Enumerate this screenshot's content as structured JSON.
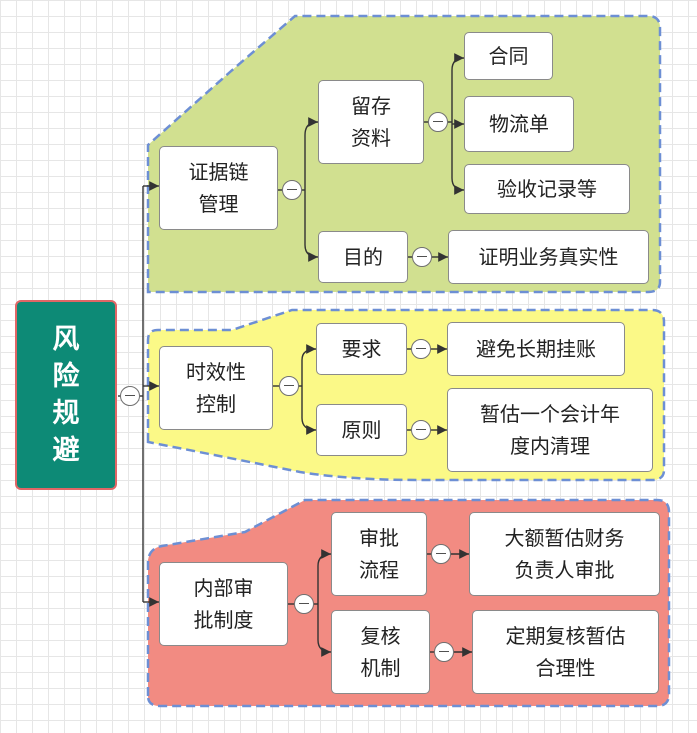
{
  "colors": {
    "root_fill": "#0d8a76",
    "root_border": "#e06666",
    "group1_fill": "#d1e090",
    "group2_fill": "#fbf987",
    "group3_fill": "#f28b82",
    "group_border": "#6d8fd4",
    "connector": "#333333"
  },
  "root": {
    "label": "风\n险\n规\n避"
  },
  "branches": [
    {
      "label": "证据链\n管理",
      "subs": [
        {
          "label": "留存\n资料",
          "leaves": [
            "合同",
            "物流单",
            "验收记录等"
          ]
        },
        {
          "label": "目的",
          "leaves": [
            "证明业务真实性"
          ]
        }
      ]
    },
    {
      "label": "时效性\n控制",
      "subs": [
        {
          "label": "要求",
          "leaves": [
            "避免长期挂账"
          ]
        },
        {
          "label": "原则",
          "leaves": [
            "暂估一个会计年\n度内清理"
          ]
        }
      ]
    },
    {
      "label": "内部审\n批制度",
      "subs": [
        {
          "label": "审批\n流程",
          "leaves": [
            "大额暂估财务\n负责人审批"
          ]
        },
        {
          "label": "复核\n机制",
          "leaves": [
            "定期复核暂估\n合理性"
          ]
        }
      ]
    }
  ]
}
